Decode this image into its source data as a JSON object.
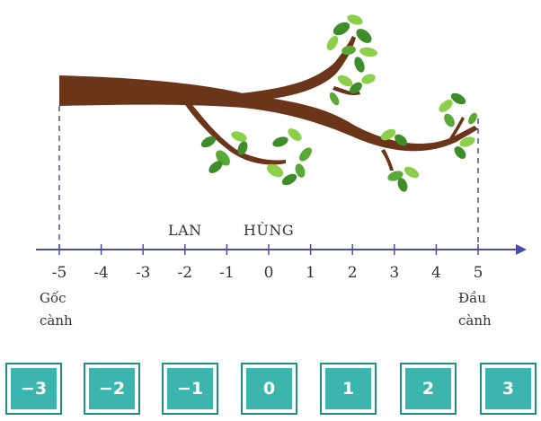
{
  "number_line": {
    "ticks": [
      -5,
      -4,
      -3,
      -2,
      -1,
      0,
      1,
      2,
      3,
      4,
      5
    ],
    "tick_labels": [
      "-5",
      "-4",
      "-3",
      "-2",
      "-1",
      "0",
      "1",
      "2",
      "3",
      "4",
      "5"
    ],
    "markers": [
      {
        "label": "LAN",
        "value": -2
      },
      {
        "label": "HÙNG",
        "value": 0
      }
    ],
    "start_label_line1": "Gốc",
    "start_label_line2": "cành",
    "end_label_line1": "Đầu",
    "end_label_line2": "cành"
  },
  "cards": [
    {
      "label": "−3"
    },
    {
      "label": "−2"
    },
    {
      "label": "−1"
    },
    {
      "label": "0"
    },
    {
      "label": "1"
    },
    {
      "label": "2"
    },
    {
      "label": "3"
    }
  ],
  "colors": {
    "branch": "#6b3519",
    "leaf_dark": "#3f8c2a",
    "leaf_light": "#8ccf4a",
    "axis": "#4a4fa6",
    "card_fill": "#3bb5ad",
    "card_border": "#1f8f86"
  },
  "icons": [
    "tree-branch-illustration",
    "arrow-right-icon"
  ]
}
